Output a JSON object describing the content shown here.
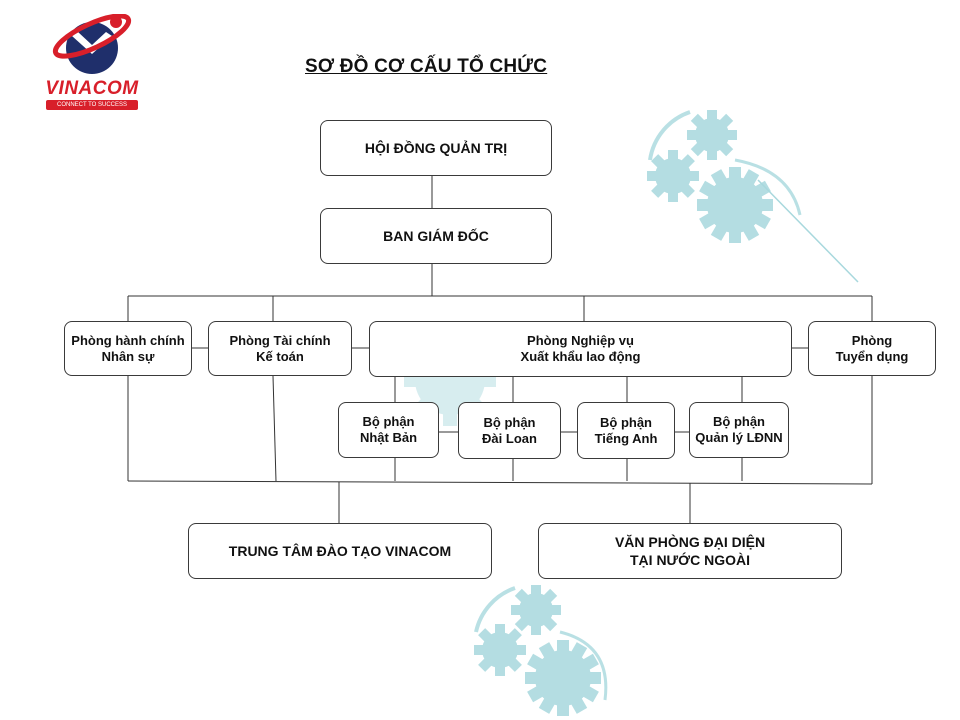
{
  "logo": {
    "name": "VINACOM",
    "tagline": "CONNECT TO SUCCESS",
    "red": "#d81f2a",
    "navy": "#1f2f6b"
  },
  "title": "SƠ ĐỒ CƠ CẤU TỔ CHỨC",
  "colors": {
    "box_border": "#3a3a3a",
    "connector": "#333333",
    "gear": "#a8d8dd"
  },
  "nodes": {
    "board": [
      "HỘI ĐỒNG QUẢN TRỊ"
    ],
    "directors": [
      "BAN GIÁM ĐỐC"
    ],
    "admin_hr": [
      "Phòng hành chính",
      "Nhân sự"
    ],
    "finance": [
      "Phòng Tài chính",
      "Kế toán"
    ],
    "labor_export": [
      "Phòng Nghiệp vụ",
      "Xuất khẩu lao động"
    ],
    "recruitment": [
      "Phòng",
      "Tuyển dụng"
    ],
    "japan": [
      "Bộ phận",
      "Nhật Bản"
    ],
    "taiwan": [
      "Bộ phận",
      "Đài Loan"
    ],
    "english": [
      "Bộ phận",
      "Tiếng Anh"
    ],
    "ldnn": [
      "Bộ phận",
      "Quản lý LĐNN"
    ],
    "training_center": [
      "TRUNG TÂM ĐÀO TẠO VINACOM"
    ],
    "rep_office": [
      "VĂN PHÒNG ĐẠI DIỆN",
      "TẠI NƯỚC NGOÀI"
    ]
  }
}
